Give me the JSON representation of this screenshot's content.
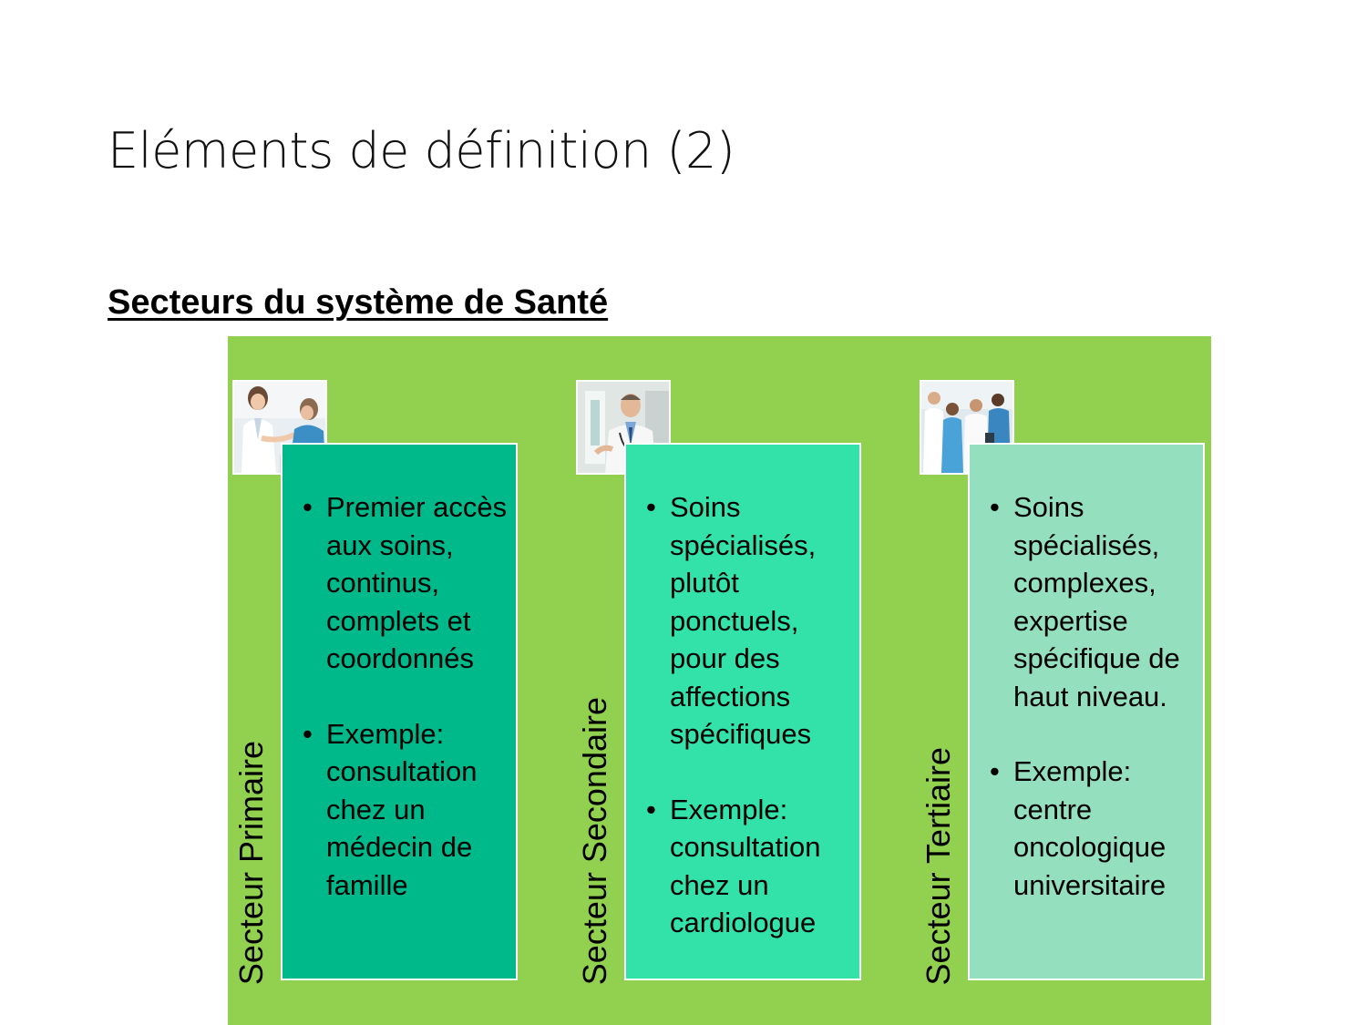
{
  "title": "Eléments de définition (2)",
  "subtitle": "Secteurs du système de Santé",
  "colors": {
    "background": "#92d050",
    "card_primary": "#00b98a",
    "card_secondary": "#32e2a8",
    "card_tertiary": "#94dfbd"
  },
  "sectors": [
    {
      "label": "Secteur Primaire",
      "bullets": [
        "Premier accès aux soins, continus, complets et coordonnés",
        "Exemple: consultation chez un médecin de famille"
      ]
    },
    {
      "label": "Secteur Secondaire",
      "bullets": [
        "Soins spécialisés, plutôt ponctuels, pour des affections spécifiques",
        "Exemple: consultation chez un cardiologue"
      ]
    },
    {
      "label": "Secteur Tertiaire",
      "bullets": [
        "Soins spécialisés, complexes, expertise spécifique de haut niveau.",
        "Exemple: centre oncologique universitaire"
      ]
    }
  ]
}
